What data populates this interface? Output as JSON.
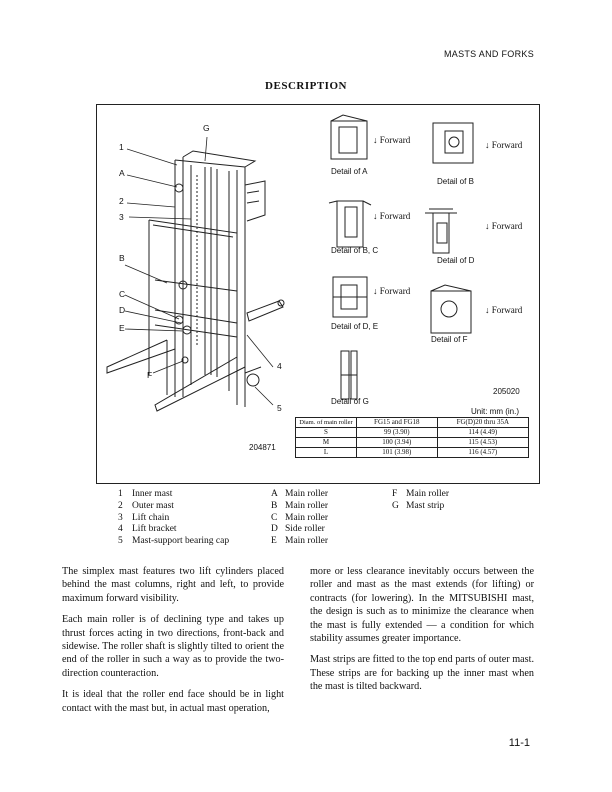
{
  "header": {
    "section": "MASTS AND FORKS"
  },
  "title": "DESCRIPTION",
  "figure": {
    "callouts": [
      "G",
      "1",
      "A",
      "2",
      "3",
      "B",
      "C",
      "D",
      "E",
      "F",
      "4",
      "5"
    ],
    "details": [
      {
        "caption": "Detail of A",
        "forward": "↓ Forward"
      },
      {
        "caption": "Detail of B",
        "forward": "↓ Forward"
      },
      {
        "caption": "Detail of B, C",
        "forward": "↓ Forward"
      },
      {
        "caption": "Detail of D",
        "forward": "↓ Forward"
      },
      {
        "caption": "Detail of D, E",
        "forward": "↓ Forward"
      },
      {
        "caption": "Detail of F",
        "forward": "↓ Forward"
      },
      {
        "caption": "Detail of G"
      }
    ],
    "fig_numbers": {
      "main": "204871",
      "detail": "205020"
    },
    "unit": "Unit: mm (in.)",
    "table": {
      "headers": [
        "Diam. of main roller",
        "FG15 and FG18",
        "FG(D)20 thru 35A"
      ],
      "rows": [
        [
          "S",
          "99 (3.90)",
          "114 (4.49)"
        ],
        [
          "M",
          "100 (3.94)",
          "115 (4.53)"
        ],
        [
          "L",
          "101 (3.98)",
          "116 (4.57)"
        ]
      ]
    }
  },
  "legend": {
    "col1": [
      {
        "k": "1",
        "v": "Inner mast"
      },
      {
        "k": "2",
        "v": "Outer mast"
      },
      {
        "k": "3",
        "v": "Lift chain"
      },
      {
        "k": "4",
        "v": "Lift bracket"
      },
      {
        "k": "5",
        "v": "Mast-support bearing cap"
      }
    ],
    "col2": [
      {
        "k": "A",
        "v": "Main roller"
      },
      {
        "k": "B",
        "v": "Main roller"
      },
      {
        "k": "C",
        "v": "Main roller"
      },
      {
        "k": "D",
        "v": "Side roller"
      },
      {
        "k": "E",
        "v": "Main roller"
      }
    ],
    "col3": [
      {
        "k": "F",
        "v": "Main roller"
      },
      {
        "k": "G",
        "v": "Mast strip"
      }
    ]
  },
  "body": {
    "left": [
      "The simplex mast features two lift cylinders placed behind the mast columns, right and left, to provide maximum forward visibility.",
      "Each main roller is of declining type and takes up thrust forces acting in two directions, front-back and sidewise. The roller shaft is slightly tilted to orient the end of the roller in such a way as to provide the two-direction counteraction.",
      "It is ideal that the roller end face should be in light contact with the mast but, in actual mast operation,"
    ],
    "right": [
      "more or less clearance inevitably occurs between the roller and mast as the mast extends (for lifting) or contracts (for lowering). In the MITSUBISHI mast, the design is such as to minimize the clearance when the mast is fully extended — a condition for which stability assumes greater importance.",
      "Mast strips are fitted to the top end parts of outer mast. These strips are for backing up the inner mast when the mast is tilted backward."
    ]
  },
  "page_number": "11-1"
}
